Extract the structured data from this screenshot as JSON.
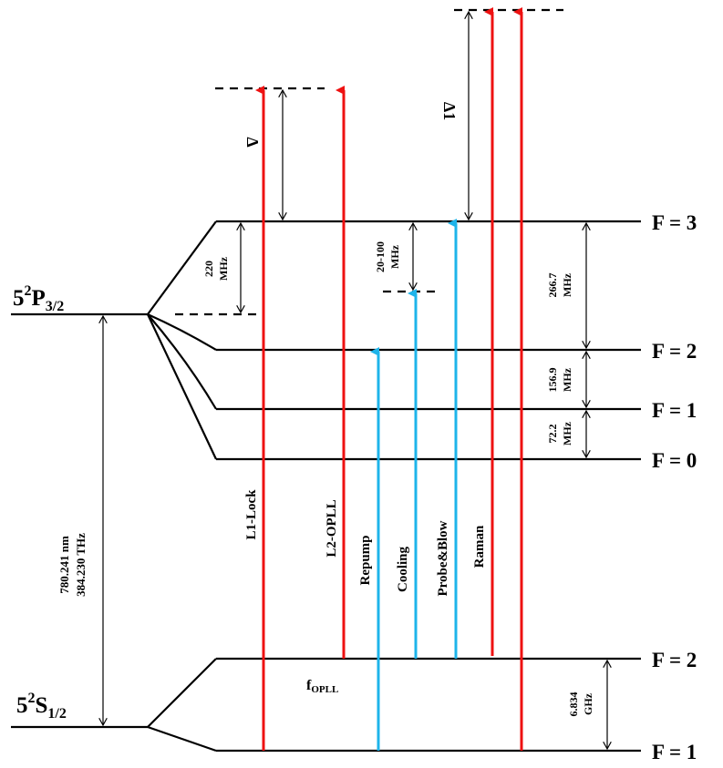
{
  "excited_state": {
    "label_main": "5",
    "label_sup": "2",
    "label_P": "P",
    "label_sub": "3/2"
  },
  "ground_state": {
    "label_main": "5",
    "label_sup": "2",
    "label_S": "S",
    "label_sub": "1/2"
  },
  "excited_levels": [
    "F = 3",
    "F = 2",
    "F = 1",
    "F = 0"
  ],
  "ground_levels": [
    "F = 2",
    "F = 1"
  ],
  "splittings": {
    "s220": [
      "220",
      "MHz"
    ],
    "s20_100": [
      "20-100",
      "MHz"
    ],
    "s266": [
      "266.7",
      "MHz"
    ],
    "s156": [
      "156.9",
      "MHz"
    ],
    "s72": [
      "72.2",
      "MHz"
    ],
    "ghz": [
      "6.834",
      "GHz"
    ]
  },
  "transition": [
    "780.241 nm",
    "384.230 THz"
  ],
  "detunings": {
    "delta": "Δ",
    "delta1": "Δ1"
  },
  "f_opll": {
    "main": "f",
    "sub": "OPLL"
  },
  "beams": [
    "L1-Lock",
    "L2-OPLL",
    "Repump",
    "Cooling",
    "Probe&Blow",
    "Raman"
  ],
  "colors": {
    "red": "#ee1111",
    "blue": "#1eb4ea",
    "black": "#000000"
  }
}
